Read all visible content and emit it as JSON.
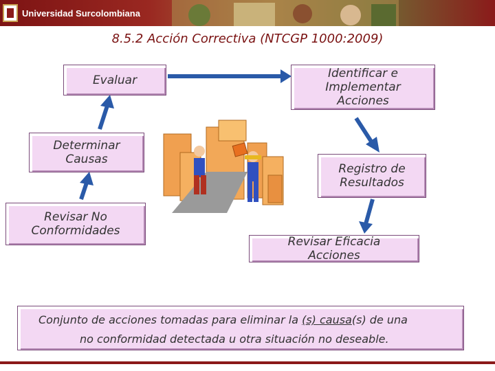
{
  "header": {
    "university": "Universidad Surcolombiana"
  },
  "title": "8.5.2  Acción Correctiva (NTCGP 1000:2009)",
  "boxes": {
    "evaluar": "Evaluar",
    "identificar_1": "Identificar e",
    "identificar_2": "Implementar",
    "identificar_3": "Acciones",
    "determinar_1": "Determinar",
    "determinar_2": "Causas",
    "registro_1": "Registro de",
    "registro_2": "Resultados",
    "revisar_nc_1": "Revisar No",
    "revisar_nc_2": "Conformidades",
    "revisar_ef_1": "Revisar Eficacia",
    "revisar_ef_2": "Acciones"
  },
  "definition": {
    "line1_a": "Conjunto de acciones tomadas para eliminar la ",
    "line1_b": "(s) causa",
    "line1_c": "(s) de una",
    "line2": "no conformidad detectada u otra situación no deseable."
  },
  "colors": {
    "accent": "#7a1212",
    "box_fill": "#f3d8f3",
    "arrow": "#4a7ac8"
  }
}
